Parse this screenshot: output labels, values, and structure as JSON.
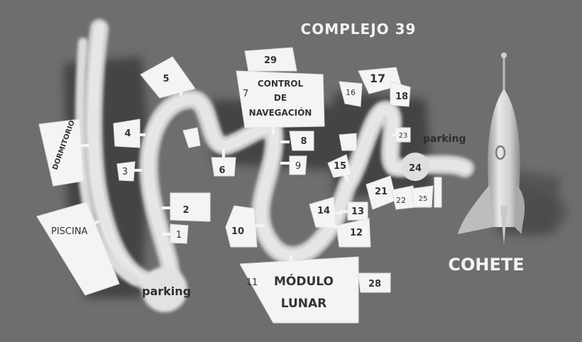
{
  "title": "COMPLEJO 39",
  "rocket_label": "COHETE",
  "colors": {
    "background": "#6e6e6e",
    "path": "#d6d6d6",
    "block": "#f4f4f4",
    "text": "#333333",
    "shadow": "#3c3c3c"
  },
  "buildings": {
    "dormitorio": "DORMITORIO",
    "piscina": "PISCINA",
    "control_line1": "CONTROL",
    "control_line2": "DE",
    "control_line3": "NAVEGACIÓN",
    "modulo_line1": "MÓDULO",
    "modulo_line2": "LUNAR"
  },
  "parking_labels": [
    "parking",
    "parking"
  ],
  "stops": {
    "n1": "1",
    "n2": "2",
    "n3": "3",
    "n4": "4",
    "n5": "5",
    "n6": "6",
    "n7": "7",
    "n8": "8",
    "n9": "9",
    "n10": "10",
    "n11": "11",
    "n12": "12",
    "n13": "13",
    "n14": "14",
    "n15": "15",
    "n16": "16",
    "n17": "17",
    "n18": "18",
    "n21": "21",
    "n22": "22",
    "n23": "23",
    "n24": "24",
    "n25": "25",
    "n28": "28",
    "n29": "29"
  }
}
